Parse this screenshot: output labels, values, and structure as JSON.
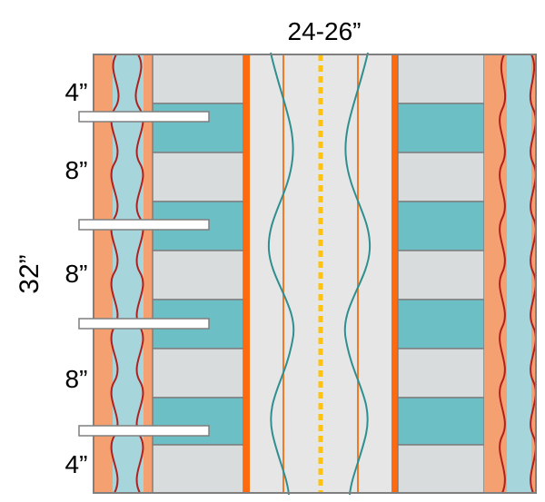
{
  "labels": {
    "width": "24-26”",
    "height": "32”",
    "dimensions": [
      "4”",
      "8”",
      "8”",
      "8”",
      "4”"
    ]
  },
  "colors": {
    "outline": "#7f7f7f",
    "salmon_border": "#f4a070",
    "light_teal": "#a6d6dc",
    "teal_block": "#6cbfc4",
    "gray_block": "#d9dcdc",
    "center_field": "#e6e6e6",
    "orange_stripe": "#ff6a10",
    "thin_orange_line": "#f07a25",
    "dashed_center": "#ffc20e",
    "wavy_red": "#b0201e",
    "wavy_teal": "#2f8f8e",
    "tab_fill": "#ffffff"
  }
}
